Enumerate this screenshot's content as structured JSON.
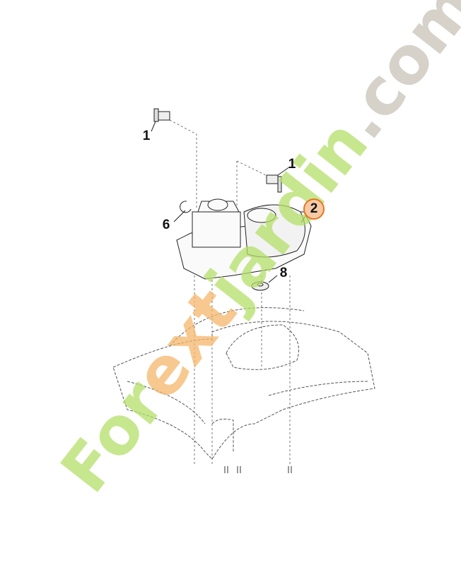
{
  "diagram": {
    "callouts": [
      {
        "id": "part-1-top",
        "label": "1"
      },
      {
        "id": "part-1-right",
        "label": "1"
      },
      {
        "id": "part-2",
        "label": "2",
        "highlighted": true
      },
      {
        "id": "part-6",
        "label": "6"
      },
      {
        "id": "part-8",
        "label": "8"
      }
    ],
    "highlight_color": "#e8741e"
  },
  "watermark": {
    "text": "Forextjardin.com",
    "colors": {
      "green": "#b5e06a",
      "orange": "#f5b66a",
      "gray": "#c9c2b8"
    }
  }
}
